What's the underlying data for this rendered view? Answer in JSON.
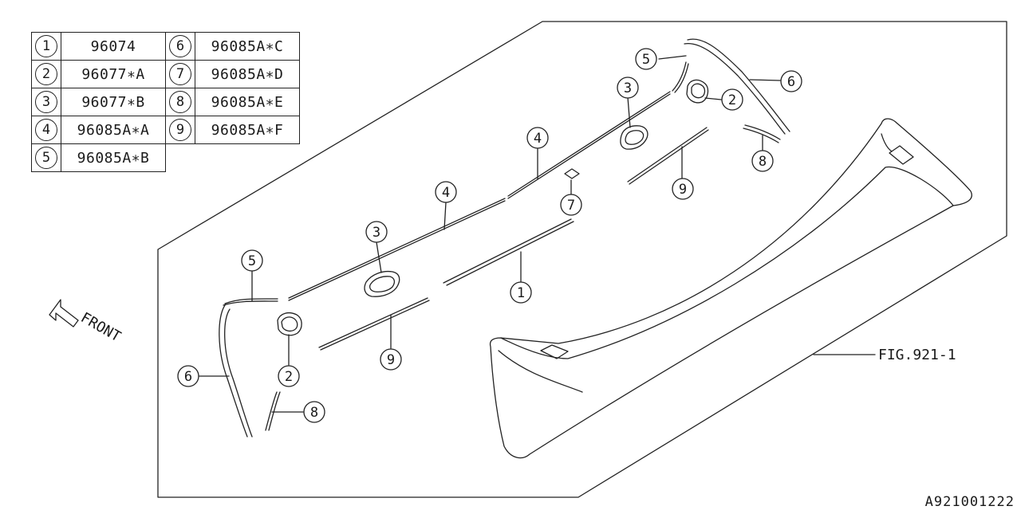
{
  "legend": [
    {
      "num": "1",
      "part": "96074"
    },
    {
      "num": "2",
      "part": "96077∗A"
    },
    {
      "num": "3",
      "part": "96077∗B"
    },
    {
      "num": "4",
      "part": "96085A∗A"
    },
    {
      "num": "5",
      "part": "96085A∗B"
    },
    {
      "num": "6",
      "part": "96085A∗C"
    },
    {
      "num": "7",
      "part": "96085A∗D"
    },
    {
      "num": "8",
      "part": "96085A∗E"
    },
    {
      "num": "9",
      "part": "96085A∗F"
    }
  ],
  "front_label": "FRONT",
  "fig_ref": "FIG.921-1",
  "diagram_code": "A921001222",
  "callouts": [
    "5",
    "3",
    "6",
    "2",
    "8",
    "9",
    "4",
    "7",
    "4",
    "3",
    "1",
    "5",
    "2",
    "9",
    "6",
    "8"
  ]
}
